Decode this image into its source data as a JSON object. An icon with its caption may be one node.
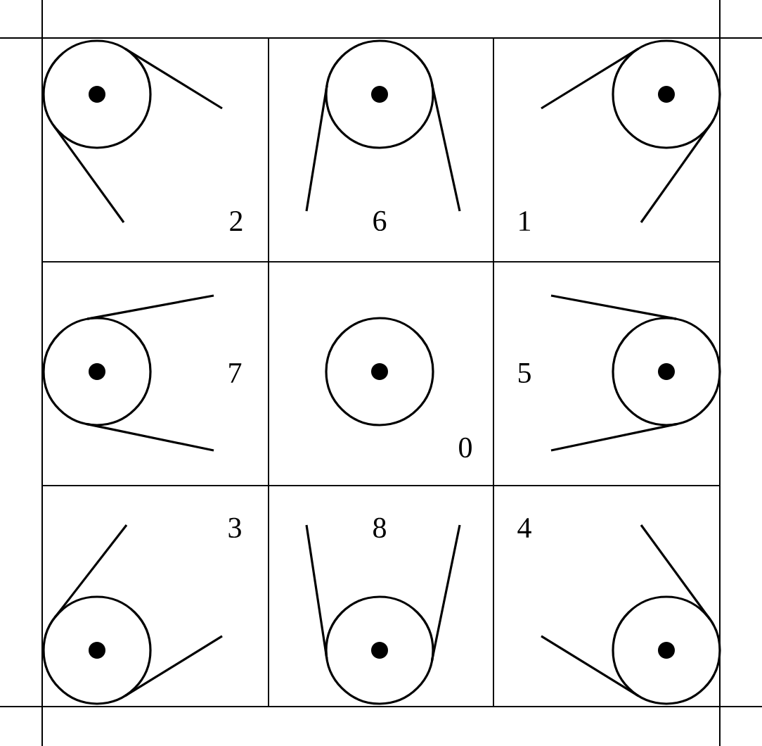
{
  "diagram": {
    "nodes": [
      {
        "text": [
          "2"
        ]
      },
      {
        "text": [
          "6"
        ]
      },
      {
        "text": [
          "1"
        ]
      },
      {
        "text": [
          "7"
        ]
      },
      {
        "text": [
          "0"
        ]
      },
      {
        "text": [
          "5"
        ]
      },
      {
        "text": [
          "3"
        ]
      },
      {
        "text": [
          "8"
        ]
      },
      {
        "text": [
          "4"
        ]
      }
    ]
  }
}
